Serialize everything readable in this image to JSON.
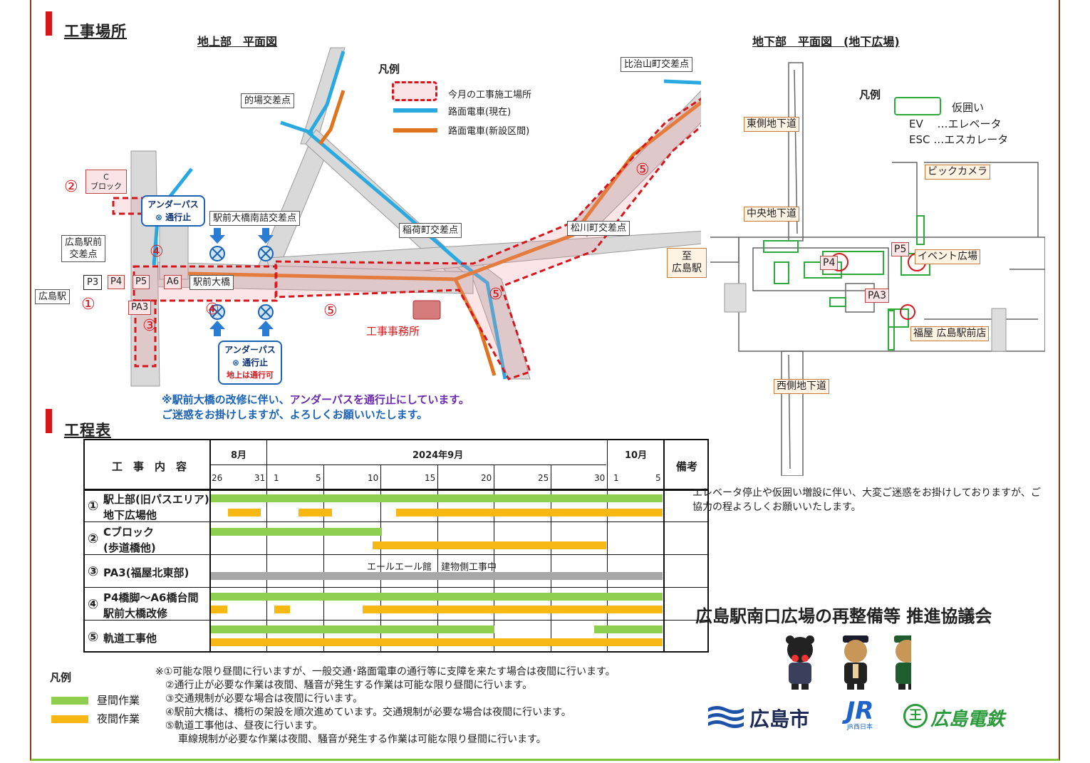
{
  "sections": {
    "site_title": "工事場所",
    "schedule_title": "工程表"
  },
  "map_surface": {
    "heading": "地上部　平面図",
    "legend_title": "凡例",
    "legend_items": [
      "今月の工事施工場所",
      "路面電車(現在)",
      "路面電車(新設区間)"
    ],
    "places": {
      "matoba": "的場交差点",
      "hijiyama": "比治山町交差点",
      "inari": "稲荷町交差点",
      "matsukawa": "松川町交差点",
      "ekimae_south": "駅前大橋南詰交差点",
      "ekimae_cross": "広島駅前\n交差点",
      "hiroshima_station": "広島駅",
      "ekimae_bridge": "駅前大橋",
      "c_block": "C\nブロック",
      "office": "工事事務所"
    },
    "pier_labels": [
      "P3",
      "P4",
      "P5",
      "A6",
      "PA3"
    ],
    "circled": [
      "①",
      "②",
      "③",
      "④",
      "④",
      "⑤",
      "⑤",
      "⑤"
    ],
    "underpass_1_title": "アンダーパス",
    "underpass_1_status": "通行止",
    "underpass_2_title": "アンダーパス",
    "underpass_2_status": "通行止",
    "underpass_2_note": "地上は通行可",
    "notice_line1_a": "※駅前大橋の改修に伴い、",
    "notice_line1_b": "アンダーパスを通行止にしています。",
    "notice_line2": "ご迷惑をお掛けしますが、よろしくお願いいたします。"
  },
  "map_underground": {
    "heading": "地下部　平面図　(地下広場)",
    "legend_title": "凡例",
    "legend_fence": "仮囲い",
    "legend_ev": "EV　 …エレベータ",
    "legend_esc": "ESC …エスカレータ",
    "places": {
      "east": "東側地下道",
      "central": "中央地下道",
      "west": "西側地下道",
      "to_station": "至\n広島駅",
      "bic": "ビックカメラ",
      "event": "イベント広場",
      "fukuya": "福屋 広島駅前店"
    },
    "markers": [
      "P4",
      "P5",
      "PA3"
    ]
  },
  "gantt": {
    "header_work": "工　事　内　容",
    "header_note": "備考",
    "months": [
      "8月",
      "2024年9月",
      "10月"
    ],
    "days": [
      "26",
      "31",
      "1",
      "5",
      "10",
      "15",
      "20",
      "25",
      "30",
      "1",
      "5"
    ],
    "rows": [
      {
        "num": "①",
        "line1": "駅上部(旧パスエリア)",
        "line2": "地下広場他"
      },
      {
        "num": "②",
        "line1": "Cブロック",
        "line2": "(歩道橋他)"
      },
      {
        "num": "③",
        "line1": "PA3(福屋北東部)",
        "line2": ""
      },
      {
        "num": "④",
        "line1": "P4橋脚～A6橋台間",
        "line2": "駅前大橋改修"
      },
      {
        "num": "⑤",
        "line1": "軌道工事他",
        "line2": ""
      }
    ],
    "row3_note": "エールエール館　建物側工事中"
  },
  "schedule_legend": {
    "title": "凡例",
    "day": "昼間作業",
    "night": "夜間作業"
  },
  "notes": [
    "※①可能な限り昼間に行いますが、一般交通･路面電車の通行等に支障を来たす場合は夜間に行います。",
    "②通行止が必要な作業は夜間、騒音が発生する作業は可能な限り昼間に行います。",
    "③交通規制が必要な場合は夜間に行います。",
    "④駅前大橋は、橋桁の架設を順次進めています。交通規制が必要な場合は夜間に行います。",
    "⑤軌道工事他は、昼夜に行います。",
    "車線規制が必要な作業は夜間、騒音が発生する作業は可能な限り昼間に行います。"
  ],
  "apology": "エレベータ停止や仮囲い増設に伴い、大変ご迷惑をお掛けしておりますが、ご協力の程よろしくお願いいたします。",
  "council": "広島駅南口広場の再整備等 推進協議会",
  "logos": {
    "city": "広島市",
    "jr_sub": "JR西日本",
    "dentetsu": "広島電鉄"
  }
}
